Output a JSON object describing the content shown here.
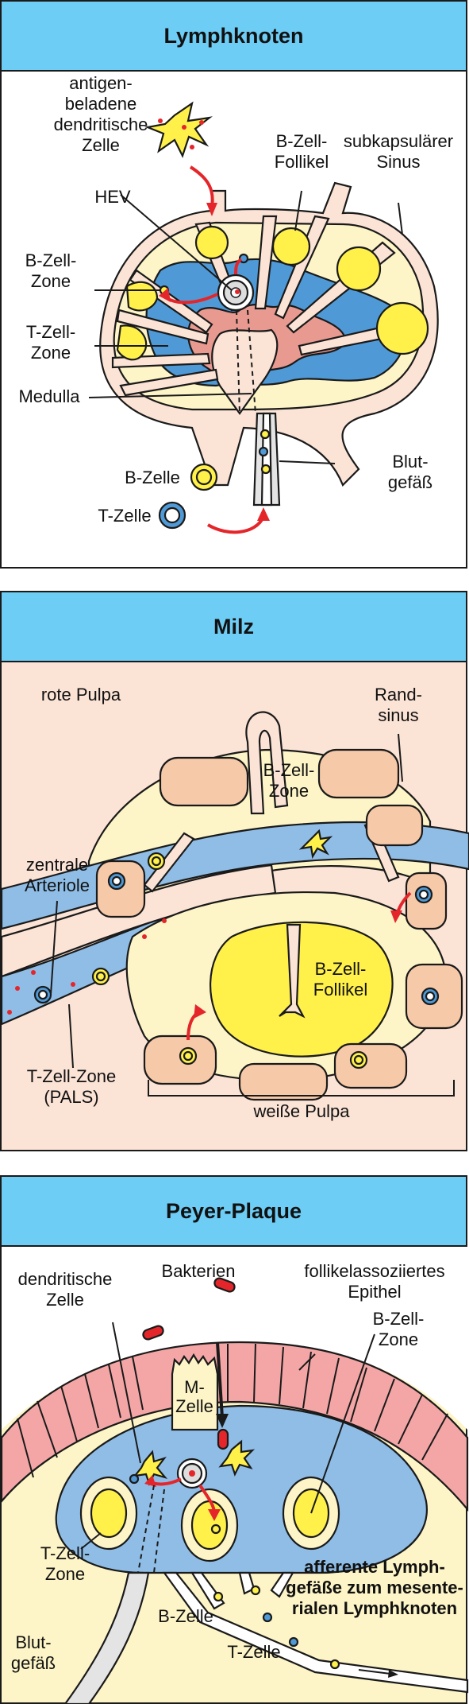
{
  "panels": {
    "lymph": {
      "title": "Lymphknoten",
      "labels": {
        "antigen_1": "antigen-",
        "antigen_2": "beladene",
        "antigen_3": "dendritische",
        "antigen_4": "Zelle",
        "bfollikel_1": "B-Zell-",
        "bfollikel_2": "Follikel",
        "sinus_1": "subkapsulärer",
        "sinus_2": "Sinus",
        "hev": "HEV",
        "bzone_1": "B-Zell-",
        "bzone_2": "Zone",
        "tzone_1": "T-Zell-",
        "tzone_2": "Zone",
        "medulla": "Medulla",
        "bzelle": "B-Zelle",
        "tzelle": "T-Zelle",
        "blut_1": "Blut-",
        "blut_2": "gefäß"
      }
    },
    "milz": {
      "title": "Milz",
      "labels": {
        "rote_pulpa": "rote Pulpa",
        "rand_1": "Rand-",
        "rand_2": "sinus",
        "bzone_1": "B-Zell-",
        "bzone_2": "Zone",
        "zentral_1": "zentrale",
        "zentral_2": "Arteriole",
        "bfollikel_1": "B-Zell-",
        "bfollikel_2": "Follikel",
        "pals_1": "T-Zell-Zone",
        "pals_2": "(PALS)",
        "weisse_pulpa": "weiße Pulpa"
      }
    },
    "peyer": {
      "title": "Peyer-Plaque",
      "labels": {
        "dendr_1": "dendritische",
        "dendr_2": "Zelle",
        "bakterien": "Bakterien",
        "epithel_1": "follikelassoziiertes",
        "epithel_2": "Epithel",
        "mzelle_1": "M-",
        "mzelle_2": "Zelle",
        "bzone_1": "B-Zell-",
        "bzone_2": "Zone",
        "tzone_1": "T-Zell-",
        "tzone_2": "Zone",
        "afferent_1": "afferente Lymph-",
        "afferent_2": "gefäße zum mesente-",
        "afferent_3": "rialen Lymphknoten",
        "bzelle": "B-Zelle",
        "tzelle": "T-Zelle",
        "blut_1": "Blut-",
        "blut_2": "gefäß"
      }
    }
  },
  "colors": {
    "header": "#6dcdf5",
    "capsule": "#fbe3d6",
    "cortex": "#fdf5c7",
    "follicle": "#fff04a",
    "tzone": "#4f9ad6",
    "medulla": "#e89a90",
    "arrow": "#e4262b",
    "milz_bg": "#fbe3d6",
    "pals": "#8fbde6",
    "epithel": "#f4a6a6",
    "peyer_bg": "#fdf5c7"
  }
}
